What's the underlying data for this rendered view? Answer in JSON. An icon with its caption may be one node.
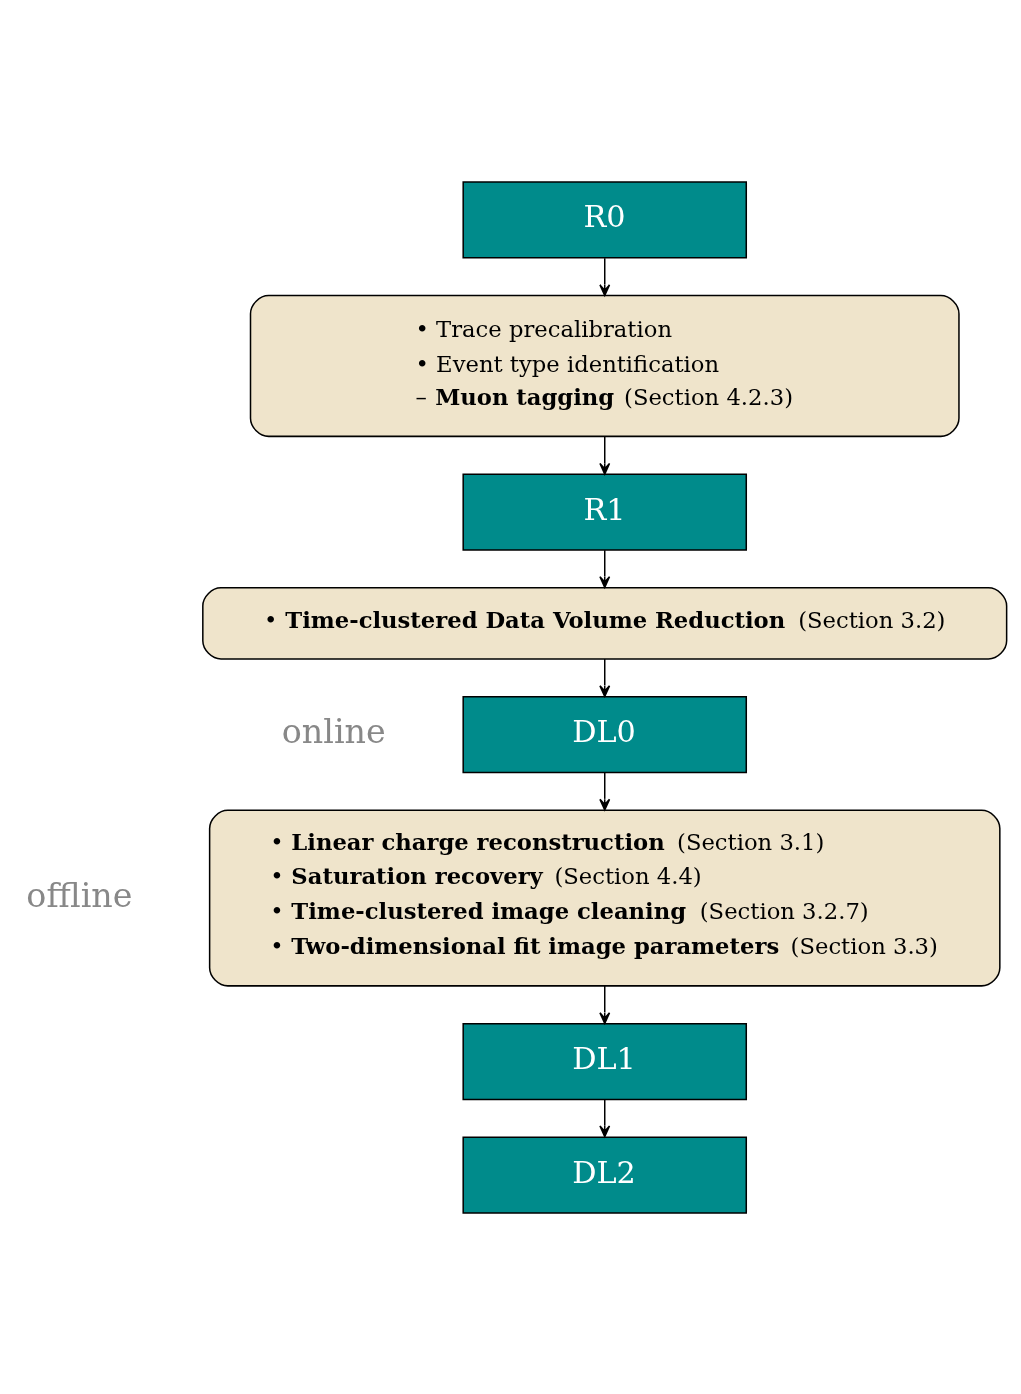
{
  "diagram": {
    "nodes": [
      {
        "text": [
          "R0"
        ]
      },
      {
        "text": [
          "• Trace precalibration",
          "• Event type identification",
          "– **Muon tagging** (Section 4.2.3)"
        ]
      },
      {
        "text": [
          "R1"
        ]
      },
      {
        "text": [
          "• **Time-clustered Data Volume Reduction** (Section 3.2)"
        ]
      },
      {
        "text": [
          "DL0"
        ]
      },
      {
        "text": [
          "• **Linear charge reconstruction** (Section 3.1)",
          "• **Saturation recovery** (Section 4.4)",
          "• **Time-clustered image cleaning** (Section 3.2.7)",
          "• **Two-dimensional fit image parameters** (Section 3.3)"
        ]
      },
      {
        "text": [
          "DL1"
        ]
      },
      {
        "text": [
          "DL2"
        ]
      }
    ],
    "edges": [
      {
        "from": 0,
        "to": 1,
        "arrow": "to"
      },
      {
        "from": 1,
        "to": 2,
        "arrow": "to"
      },
      {
        "from": 2,
        "to": 3,
        "arrow": "to"
      },
      {
        "from": 3,
        "to": 4,
        "arrow": "to"
      },
      {
        "from": 4,
        "to": 5,
        "arrow": "to"
      },
      {
        "from": 5,
        "to": 6,
        "arrow": "to"
      },
      {
        "from": 6,
        "to": 7,
        "arrow": "to"
      }
    ],
    "labels": [
      "online",
      "offline"
    ]
  }
}
